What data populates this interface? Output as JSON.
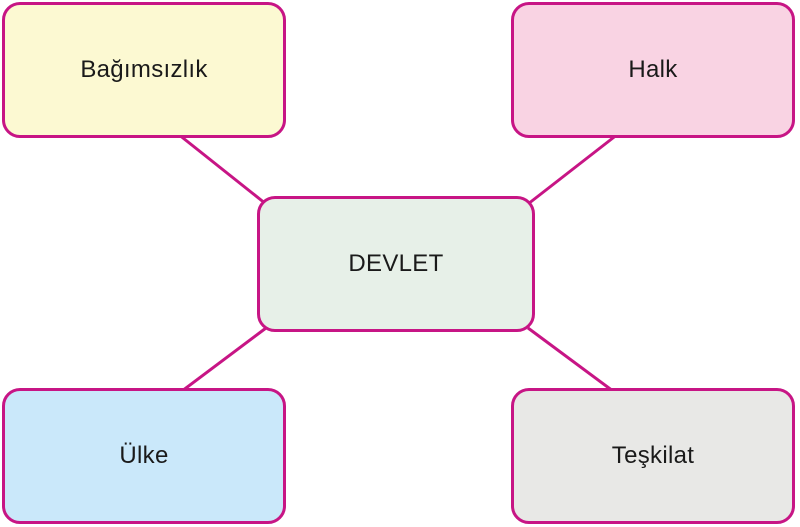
{
  "colors": {
    "connector": "#C71585",
    "node_border": "#C71585",
    "label_text": "#1a1a1a",
    "background": "#ffffff"
  },
  "diagram": {
    "type": "concept-map",
    "center_node": {
      "label": "DEVLET",
      "fill": "#E7F0E8"
    },
    "nodes": {
      "top_left": {
        "label": "Bağımsızlık",
        "fill": "#FCF9D2"
      },
      "top_right": {
        "label": "Halk",
        "fill": "#F9D3E3"
      },
      "bottom_left": {
        "label": "Ülke",
        "fill": "#CAE8FA"
      },
      "bottom_right": {
        "label": "Teşkilat",
        "fill": "#E8E8E6"
      }
    },
    "connections": [
      {
        "from": "DEVLET",
        "to": "Bağımsızlık"
      },
      {
        "from": "DEVLET",
        "to": "Halk"
      },
      {
        "from": "DEVLET",
        "to": "Ülke"
      },
      {
        "from": "DEVLET",
        "to": "Teşkilat"
      }
    ]
  }
}
